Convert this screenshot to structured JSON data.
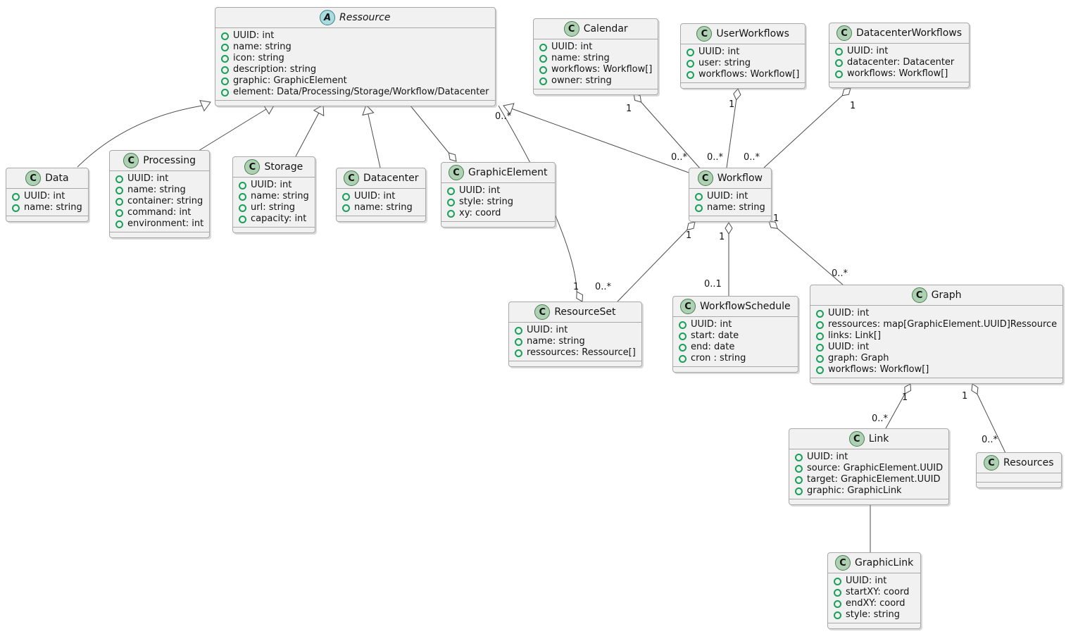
{
  "classes": {
    "ressource": {
      "stereotype": "A",
      "name": "Ressource",
      "attrs": [
        "UUID: int",
        "name: string",
        "icon: string",
        "description: string",
        "graphic: GraphicElement",
        "element: Data/Processing/Storage/Workflow/Datacenter"
      ]
    },
    "data": {
      "stereotype": "C",
      "name": "Data",
      "attrs": [
        "UUID: int",
        "name: string"
      ]
    },
    "processing": {
      "stereotype": "C",
      "name": "Processing",
      "attrs": [
        "UUID: int",
        "name: string",
        "container: string",
        "command: int",
        "environment: int"
      ]
    },
    "storage": {
      "stereotype": "C",
      "name": "Storage",
      "attrs": [
        "UUID: int",
        "name: string",
        "url: string",
        "capacity: int"
      ]
    },
    "datacenter": {
      "stereotype": "C",
      "name": "Datacenter",
      "attrs": [
        "UUID: int",
        "name: string"
      ]
    },
    "graphic_element": {
      "stereotype": "C",
      "name": "GraphicElement",
      "attrs": [
        "UUID: int",
        "style: string",
        "xy: coord"
      ]
    },
    "calendar": {
      "stereotype": "C",
      "name": "Calendar",
      "attrs": [
        "UUID: int",
        "name: string",
        "workflows: Workflow[]",
        "owner: string"
      ]
    },
    "user_workflows": {
      "stereotype": "C",
      "name": "UserWorkflows",
      "attrs": [
        "UUID: int",
        "user: string",
        "workflows: Workflow[]"
      ]
    },
    "datacenter_workflows": {
      "stereotype": "C",
      "name": "DatacenterWorkflows",
      "attrs": [
        "UUID: int",
        "datacenter: Datacenter",
        "workflows: Workflow[]"
      ]
    },
    "workflow": {
      "stereotype": "C",
      "name": "Workflow",
      "attrs": [
        "UUID: int",
        "name: string"
      ]
    },
    "resource_set": {
      "stereotype": "C",
      "name": "ResourceSet",
      "attrs": [
        "UUID: int",
        "name: string",
        "ressources: Ressource[]"
      ]
    },
    "workflow_schedule": {
      "stereotype": "C",
      "name": "WorkflowSchedule",
      "attrs": [
        "UUID: int",
        "start: date",
        "end: date",
        "cron : string"
      ]
    },
    "graph": {
      "stereotype": "C",
      "name": "Graph",
      "attrs": [
        "UUID: int",
        "ressources: map[GraphicElement.UUID]Ressource",
        "links: Link[]",
        "UUID: int",
        "graph: Graph",
        "workflows: Workflow[]"
      ]
    },
    "link": {
      "stereotype": "C",
      "name": "Link",
      "attrs": [
        "UUID: int",
        "source: GraphicElement.UUID",
        "target: GraphicElement.UUID",
        "graphic: GraphicLink"
      ]
    },
    "resources": {
      "stereotype": "C",
      "name": "Resources",
      "attrs": []
    },
    "graphic_link": {
      "stereotype": "C",
      "name": "GraphicLink",
      "attrs": [
        "UUID: int",
        "startXY: coord",
        "endXY: coord",
        "style: string"
      ]
    }
  },
  "multiplicities": {
    "ressource_to_resourceset_src": "0..*",
    "calendar_agg": "1",
    "calendar_workflow": "0..*",
    "userworkflows_agg": "1",
    "userworkflows_workflow": "0..*",
    "datacenterworkflows_agg": "1",
    "datacenterworkflows_workflow": "0..*",
    "workflow_resourceset_agg": "1",
    "resourceset_end": "0..*",
    "resourceset_agg": "1",
    "workflow_schedule_agg": "1",
    "schedule_end": "0..1",
    "workflow_graph_agg": "1",
    "graph_end": "0..*",
    "graph_link_agg": "1",
    "link_end": "0..*",
    "graph_resources_agg": "1",
    "resources_end": "0..*"
  },
  "colors": {
    "box_fill": "#F1F1F1",
    "box_border": "#A8A8A8",
    "class_icon_fill": "#ADD1B2",
    "abstract_icon_fill": "#A9DCDF",
    "field_marker": "#18A05A",
    "edge": "#4B4B4B"
  }
}
